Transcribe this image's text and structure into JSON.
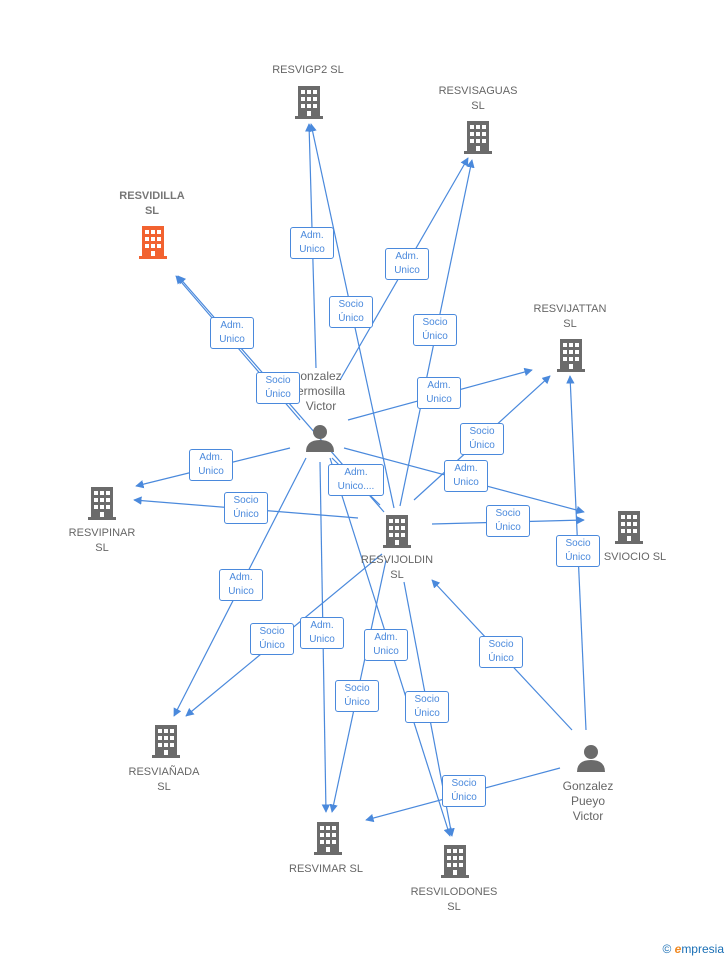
{
  "colors": {
    "edge": "#4a89dc",
    "building": "#6b6b6b",
    "highlight": "#f26230"
  },
  "nodes": [
    {
      "id": "resvigp2",
      "label": "RESVIGP2  SL",
      "type": "company"
    },
    {
      "id": "resvisaguas",
      "label": "RESVISAGUAS\nSL",
      "type": "company"
    },
    {
      "id": "resvidilla",
      "label": "RESVIDILLA\nSL",
      "type": "company",
      "highlight": true
    },
    {
      "id": "resvijattan",
      "label": "RESVIJATTAN\nSL",
      "type": "company"
    },
    {
      "id": "resvipinar",
      "label": "RESVIPINAR\nSL",
      "type": "company"
    },
    {
      "id": "resvijoldin",
      "label": "RESVIJOLDIN\nSL",
      "type": "company"
    },
    {
      "id": "resviocio",
      "label": "SVIOCIO  SL",
      "type": "company"
    },
    {
      "id": "resvianada",
      "label": "RESVIAÑADA\nSL",
      "type": "company"
    },
    {
      "id": "resvimar",
      "label": "RESVIMAR  SL",
      "type": "company"
    },
    {
      "id": "resvilodones",
      "label": "RESVILODONES\nSL",
      "type": "company"
    },
    {
      "id": "gonzalez_hermosilla",
      "label": "onzalez\nermosilla\nVictor",
      "type": "person"
    },
    {
      "id": "gonzalez_pueyo",
      "label": "Gonzalez\nPueyo\nVictor",
      "type": "person"
    }
  ],
  "edge_labels": [
    "Adm.\nUnico",
    "Socio\nÚnico",
    "Adm.\nUnico",
    "Socio\nÚnico",
    "Adm.\nUnico",
    "Socio\nÚnico",
    "Adm.\nUnico",
    "Socio\nÚnico",
    "Adm.\nUnico",
    "Socio\nÚnico",
    "Adm.\nUnico....",
    "Adm.\nUnico",
    "Socio\nÚnico",
    "Adm.\nUnico",
    "Socio\nÚnico",
    "Socio\nÚnico",
    "Adm.\nUnico",
    "Adm.\nUnico",
    "Socio\nÚnico",
    "Socio\nÚnico",
    "Socio\nÚnico",
    "Socio\nÚnico"
  ],
  "brand": {
    "copyright": "©",
    "first": "e",
    "rest": "mpresia"
  }
}
